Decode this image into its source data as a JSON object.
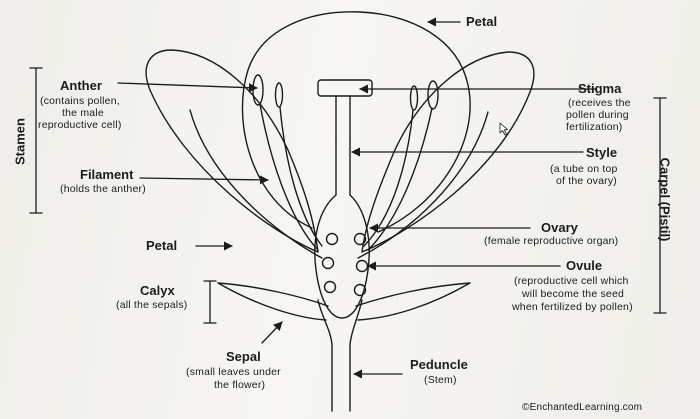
{
  "labels": {
    "petal_top": "Petal",
    "anther": "Anther",
    "anther_desc1": "(contains pollen,",
    "anther_desc2": "the male",
    "anther_desc3": "reproductive cell)",
    "stamen": "Stamen",
    "filament": "Filament",
    "filament_desc": "(holds the anther)",
    "petal_left": "Petal",
    "calyx": "Calyx",
    "calyx_desc": "(all the sepals)",
    "sepal": "Sepal",
    "sepal_desc1": "(small leaves under",
    "sepal_desc2": "the flower)",
    "stigma": "Stigma",
    "stigma_desc1": "(receives the",
    "stigma_desc2": "pollen during",
    "stigma_desc3": "fertilization)",
    "style": "Style",
    "style_desc1": "(a tube on top",
    "style_desc2": "of the ovary)",
    "ovary": "Ovary",
    "ovary_desc": "(female reproductive organ)",
    "ovule": "Ovule",
    "ovule_desc1": "(reproductive cell which",
    "ovule_desc2": "will become the seed",
    "ovule_desc3": "when fertilized by pollen)",
    "carpel": "Carpel (Pistil)",
    "peduncle": "Peduncle",
    "peduncle_desc": "(Stem)",
    "credit": "©EnchantedLearning.com"
  },
  "colors": {
    "ink": "#1c1c1c",
    "background": "#f4f3ef"
  }
}
